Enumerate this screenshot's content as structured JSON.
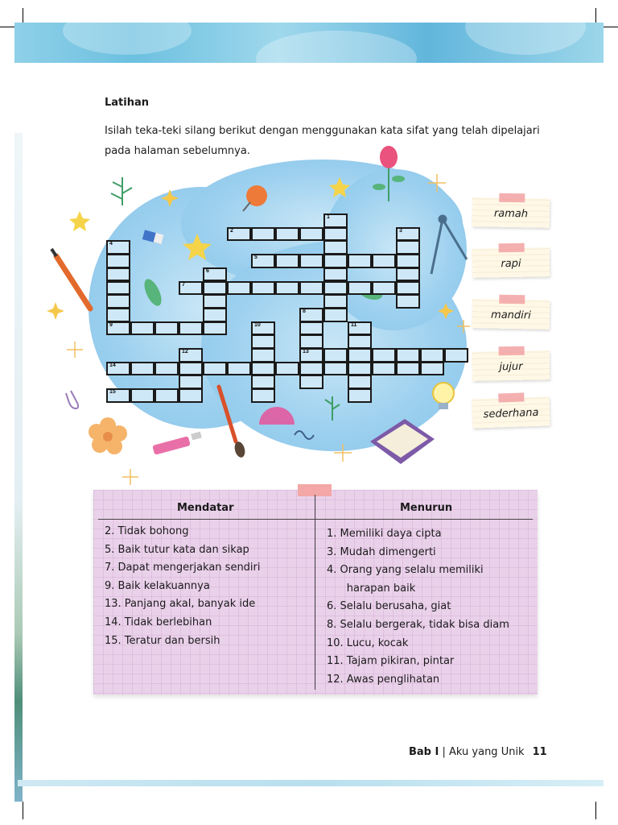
{
  "heading": "Latihan",
  "instruction_line1": "Isilah teka-teki silang berikut dengan menggunakan kata sifat yang telah dipelajari",
  "instruction_line2": "pada halaman sebelumnya.",
  "crossword": {
    "numbers": {
      "n1": "1",
      "n2": "2",
      "n3": "3",
      "n4": "4",
      "n5": "5",
      "n6": "6",
      "n7": "7",
      "n8": "8",
      "n9": "9",
      "n10": "10",
      "n11": "11",
      "n12": "12",
      "n13": "13",
      "n14": "14",
      "n15": "15"
    }
  },
  "word_bank": [
    "ramah",
    "rapi",
    "mandiri",
    "jujur",
    "sederhana"
  ],
  "clues": {
    "mendatar_title": "Mendatar",
    "menurun_title": "Menurun",
    "mendatar": [
      "2.  Tidak bohong",
      "5.  Baik tutur kata dan sikap",
      "7.  Dapat mengerjakan sendiri",
      "9.  Baik kelakuannya",
      "13. Panjang akal, banyak ide",
      "14. Tidak berlebihan",
      "15. Teratur dan bersih"
    ],
    "menurun": [
      "1.  Memiliki daya cipta",
      "3.  Mudah dimengerti",
      "4.  Orang yang selalu memiliki",
      "      harapan baik",
      "6.  Selalu berusaha, giat",
      "8.  Selalu bergerak, tidak bisa diam",
      "10. Lucu, kocak",
      "11. Tajam pikiran, pintar",
      "12. Awas penglihatan"
    ]
  },
  "footer": {
    "chapter": "Bab I",
    "separator": " | ",
    "title": "Aku yang Unik",
    "page": "11"
  }
}
